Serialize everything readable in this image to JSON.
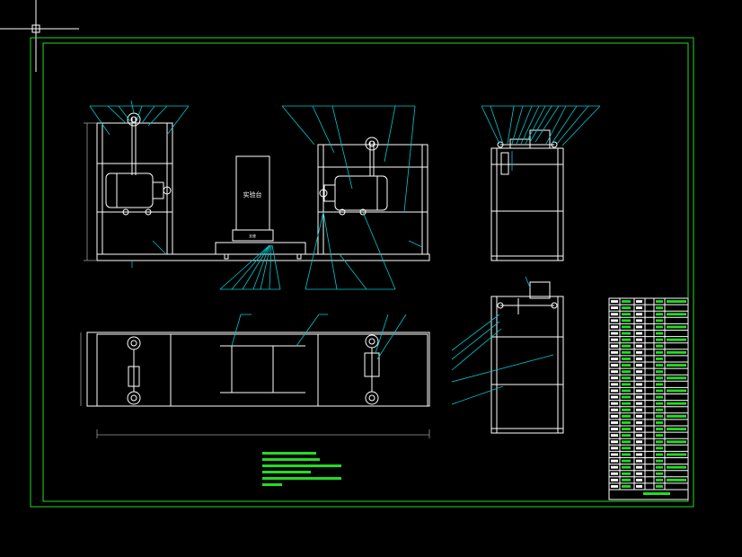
{
  "drawing": {
    "colors": {
      "background": "#000000",
      "frame": "#22dd22",
      "geometry": "#ffffff",
      "leaders": "#00c8d0",
      "notes": "#22dd22"
    },
    "labels": {
      "center_box": "实验台",
      "base_block": "支座"
    },
    "balloon_count_front_left": 8,
    "balloon_count_front_right": 5,
    "balloon_count_side": 13,
    "tech_note_lines": 6,
    "title_block_rows": 30
  }
}
